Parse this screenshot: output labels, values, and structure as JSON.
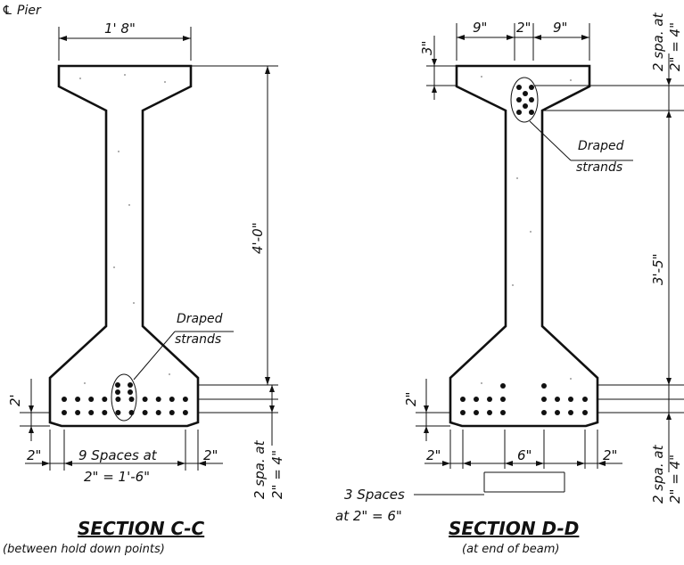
{
  "pier_label": "℄ Pier",
  "section_cc": {
    "title": "SECTION C-C",
    "subtitle": "(between hold down points)",
    "top_width": "1' 8\"",
    "height": "4'-0\"",
    "draped_label_1": "Draped",
    "draped_label_2": "strands",
    "bottom_cover": "2'",
    "left_edge": "2\"",
    "right_edge": "2\"",
    "spacing_1": "9 Spaces at",
    "spacing_2": "2\" = 1'-6\"",
    "vert_spacing_1": "2 spa. at",
    "vert_spacing_2": "2\" = 4\""
  },
  "section_dd": {
    "title": "SECTION D-D",
    "subtitle": "(at end of beam)",
    "top_left": "9\"",
    "top_mid": "2\"",
    "top_right": "9\"",
    "top_cover": "3\"",
    "height": "3'-5\"",
    "draped_label_1": "Draped",
    "draped_label_2": "strands",
    "bottom_cover": "2\"",
    "left_edge": "2\"",
    "mid_width": "6\"",
    "right_edge": "2\"",
    "spaces_1": "3 Spaces",
    "spaces_2": "at 2\" = 6\"",
    "vert_top_1": "2 spa. at",
    "vert_top_2": "2\" = 4\"",
    "vert_bot_1": "2 spa. at",
    "vert_bot_2": "2\" = 4\""
  }
}
